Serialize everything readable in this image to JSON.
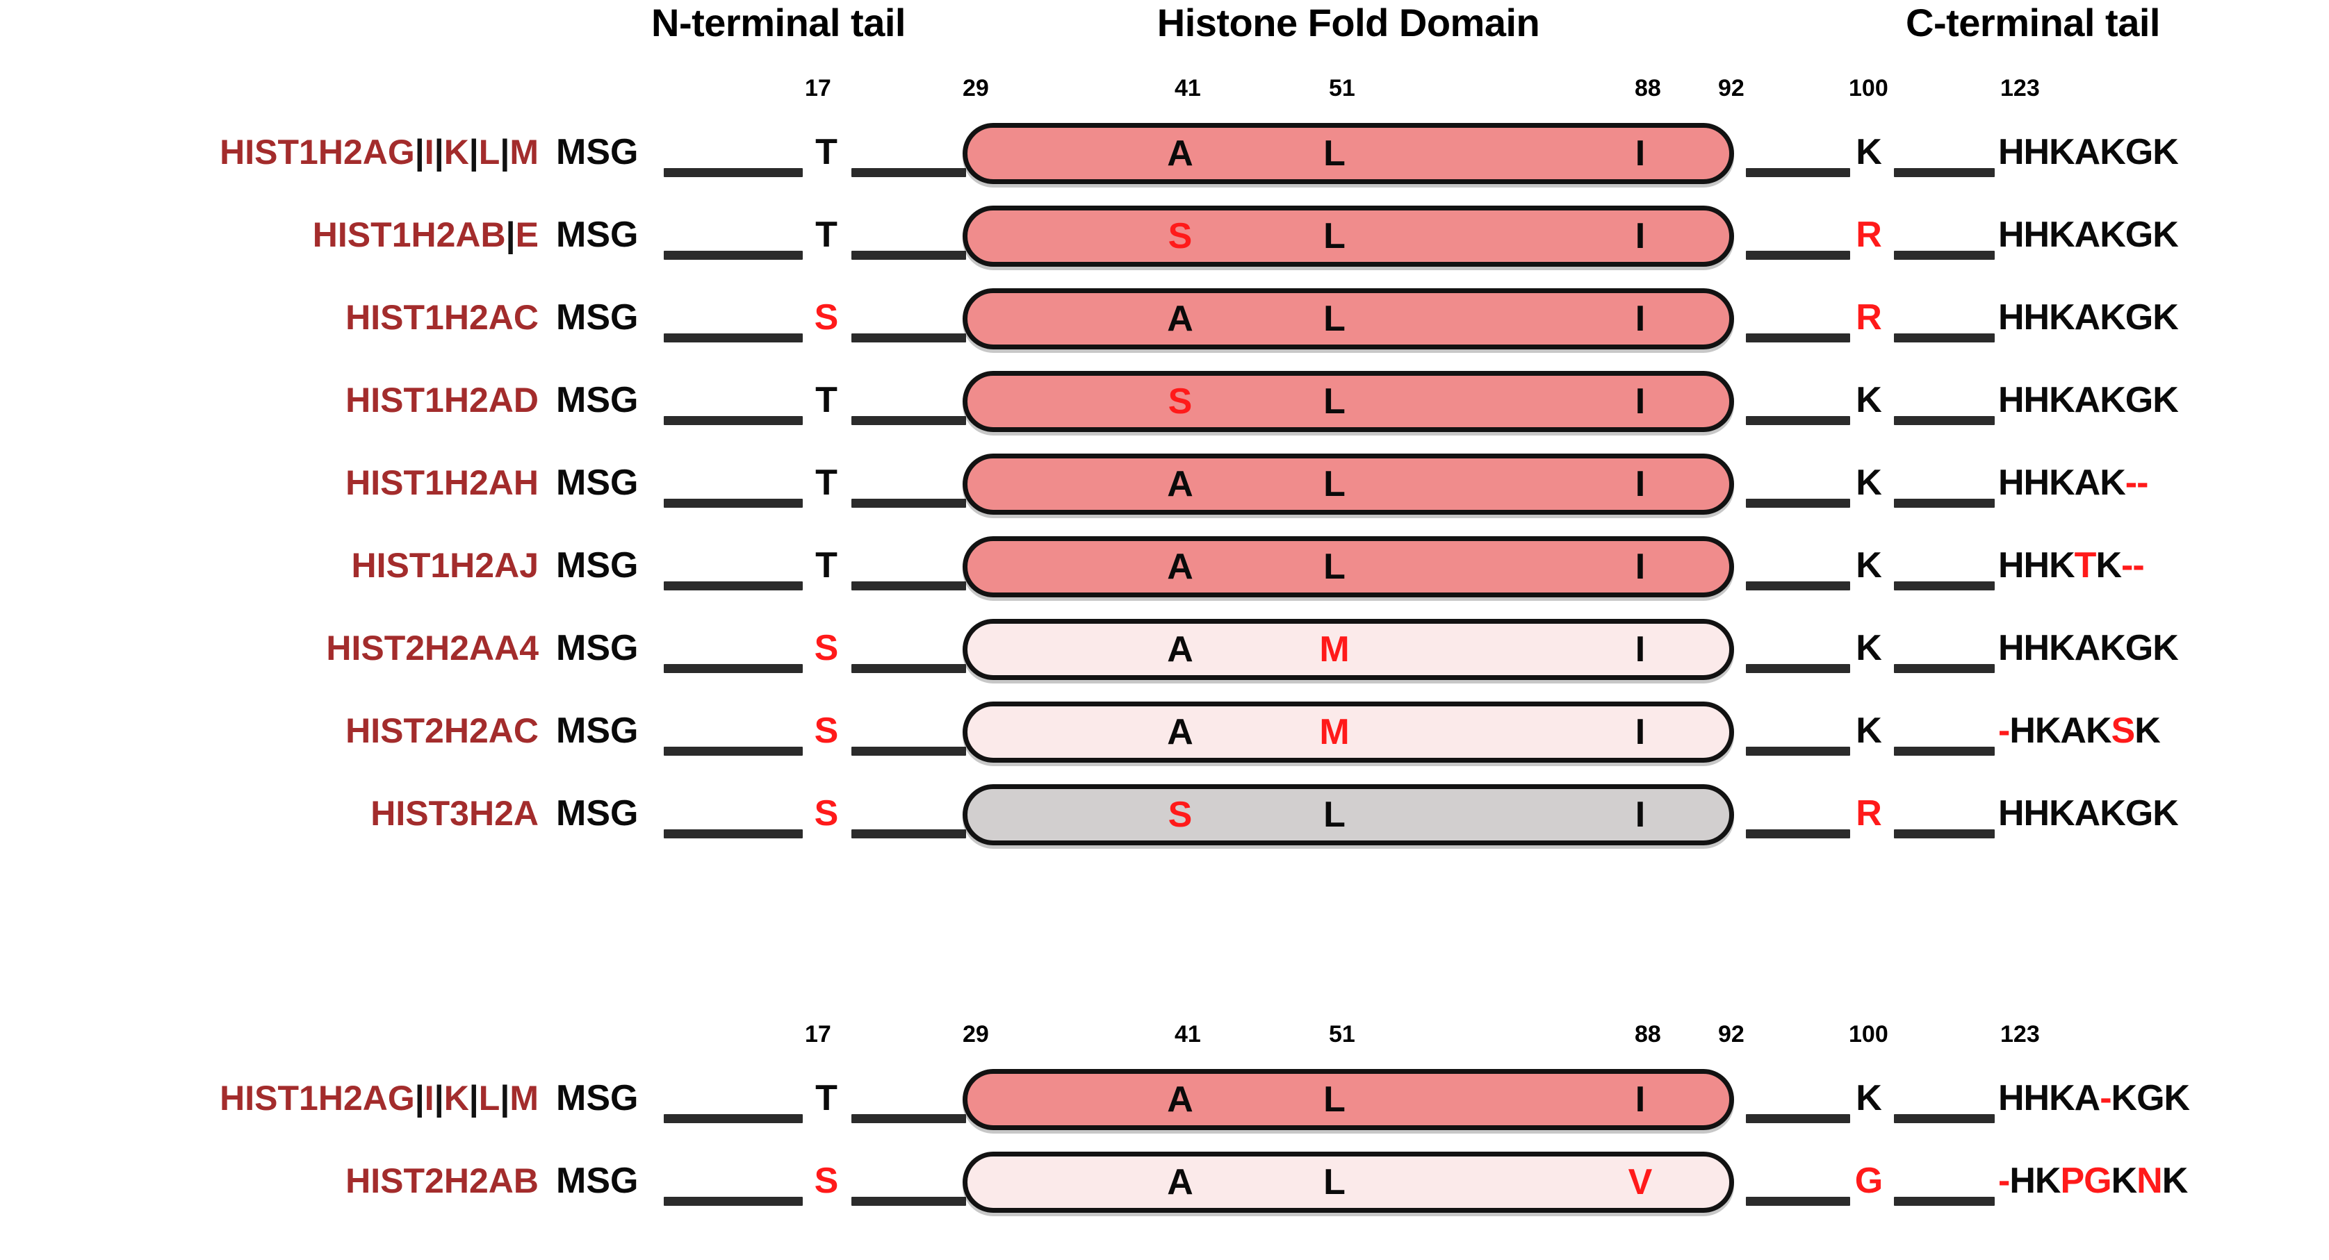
{
  "headers": {
    "n_terminal": "N-terminal tail",
    "histone_fold": "Histone Fold Domain",
    "c_terminal": "C-terminal tail"
  },
  "positions": {
    "p17": "17",
    "p29": "29",
    "p41": "41",
    "p51": "51",
    "p88": "88",
    "p92": "92",
    "p100": "100",
    "p123": "123"
  },
  "colors": {
    "gene_label": "#A32C2C",
    "variant_red": "#FF1A1A",
    "capsule_salmon": "#F08C8C",
    "capsule_pale": "#FBEAEA",
    "capsule_gray": "#D2CFCF",
    "link_line": "#2b2b2b",
    "text_black": "#0a0a0a"
  },
  "panel_top": {
    "rows": [
      {
        "gene_parts": [
          {
            "t": "HIST1H2AG",
            "c": "gene"
          },
          {
            "t": "|",
            "c": "sep"
          },
          {
            "t": "I",
            "c": "gene"
          },
          {
            "t": "|",
            "c": "sep"
          },
          {
            "t": "K",
            "c": "gene"
          },
          {
            "t": "|",
            "c": "sep"
          },
          {
            "t": "L",
            "c": "gene"
          },
          {
            "t": "|",
            "c": "sep"
          },
          {
            "t": "M",
            "c": "gene"
          }
        ],
        "nterm": "MSG",
        "res17": "T",
        "res17_variant": false,
        "capsule": "salmon",
        "res41": "A",
        "res41_variant": false,
        "res51": "L",
        "res51_variant": false,
        "res88": "I",
        "res88_variant": false,
        "res100": "K",
        "res100_variant": false,
        "ctail": [
          {
            "t": "HHKAKGK",
            "v": false
          }
        ]
      },
      {
        "gene_parts": [
          {
            "t": "HIST1H2AB",
            "c": "gene"
          },
          {
            "t": "|",
            "c": "sep"
          },
          {
            "t": "E",
            "c": "gene"
          }
        ],
        "nterm": "MSG",
        "res17": "T",
        "res17_variant": false,
        "capsule": "salmon",
        "res41": "S",
        "res41_variant": true,
        "res51": "L",
        "res51_variant": false,
        "res88": "I",
        "res88_variant": false,
        "res100": "R",
        "res100_variant": true,
        "ctail": [
          {
            "t": "HHKAKGK",
            "v": false
          }
        ]
      },
      {
        "gene_parts": [
          {
            "t": "HIST1H2AC",
            "c": "gene"
          }
        ],
        "nterm": "MSG",
        "res17": "S",
        "res17_variant": true,
        "capsule": "salmon",
        "res41": "A",
        "res41_variant": false,
        "res51": "L",
        "res51_variant": false,
        "res88": "I",
        "res88_variant": false,
        "res100": "R",
        "res100_variant": true,
        "ctail": [
          {
            "t": "HHKAKGK",
            "v": false
          }
        ]
      },
      {
        "gene_parts": [
          {
            "t": "HIST1H2AD",
            "c": "gene"
          }
        ],
        "nterm": "MSG",
        "res17": "T",
        "res17_variant": false,
        "capsule": "salmon",
        "res41": "S",
        "res41_variant": true,
        "res51": "L",
        "res51_variant": false,
        "res88": "I",
        "res88_variant": false,
        "res100": "K",
        "res100_variant": false,
        "ctail": [
          {
            "t": "HHKAKGK",
            "v": false
          }
        ]
      },
      {
        "gene_parts": [
          {
            "t": "HIST1H2AH",
            "c": "gene"
          }
        ],
        "nterm": "MSG",
        "res17": "T",
        "res17_variant": false,
        "capsule": "salmon",
        "res41": "A",
        "res41_variant": false,
        "res51": "L",
        "res51_variant": false,
        "res88": "I",
        "res88_variant": false,
        "res100": "K",
        "res100_variant": false,
        "ctail": [
          {
            "t": "HHKAK",
            "v": false
          },
          {
            "t": "--",
            "v": true
          }
        ]
      },
      {
        "gene_parts": [
          {
            "t": "HIST1H2AJ",
            "c": "gene"
          }
        ],
        "nterm": "MSG",
        "res17": "T",
        "res17_variant": false,
        "capsule": "salmon",
        "res41": "A",
        "res41_variant": false,
        "res51": "L",
        "res51_variant": false,
        "res88": "I",
        "res88_variant": false,
        "res100": "K",
        "res100_variant": false,
        "ctail": [
          {
            "t": "HHK",
            "v": false
          },
          {
            "t": "T",
            "v": true
          },
          {
            "t": "K",
            "v": false
          },
          {
            "t": "--",
            "v": true
          }
        ]
      },
      {
        "gene_parts": [
          {
            "t": "HIST2H2AA4",
            "c": "gene"
          }
        ],
        "nterm": "MSG",
        "res17": "S",
        "res17_variant": true,
        "capsule": "pale",
        "res41": "A",
        "res41_variant": false,
        "res51": "M",
        "res51_variant": true,
        "res88": "I",
        "res88_variant": false,
        "res100": "K",
        "res100_variant": false,
        "ctail": [
          {
            "t": "HHKAKGK",
            "v": false
          }
        ]
      },
      {
        "gene_parts": [
          {
            "t": "HIST2H2AC",
            "c": "gene"
          }
        ],
        "nterm": "MSG",
        "res17": "S",
        "res17_variant": true,
        "capsule": "pale",
        "res41": "A",
        "res41_variant": false,
        "res51": "M",
        "res51_variant": true,
        "res88": "I",
        "res88_variant": false,
        "res100": "K",
        "res100_variant": false,
        "ctail": [
          {
            "t": "-",
            "v": true
          },
          {
            "t": "HKAK",
            "v": false
          },
          {
            "t": "S",
            "v": true
          },
          {
            "t": "K",
            "v": false
          }
        ]
      },
      {
        "gene_parts": [
          {
            "t": "HIST3H2A",
            "c": "gene"
          }
        ],
        "nterm": "MSG",
        "res17": "S",
        "res17_variant": true,
        "capsule": "gray",
        "res41": "S",
        "res41_variant": true,
        "res51": "L",
        "res51_variant": false,
        "res88": "I",
        "res88_variant": false,
        "res100": "R",
        "res100_variant": true,
        "ctail": [
          {
            "t": "HHKAKGK",
            "v": false
          }
        ]
      }
    ]
  },
  "panel_bottom": {
    "rows": [
      {
        "gene_parts": [
          {
            "t": "HIST1H2AG",
            "c": "gene"
          },
          {
            "t": "|",
            "c": "sep"
          },
          {
            "t": "I",
            "c": "gene"
          },
          {
            "t": "|",
            "c": "sep"
          },
          {
            "t": "K",
            "c": "gene"
          },
          {
            "t": "|",
            "c": "sep"
          },
          {
            "t": "L",
            "c": "gene"
          },
          {
            "t": "|",
            "c": "sep"
          },
          {
            "t": "M",
            "c": "gene"
          }
        ],
        "nterm": "MSG",
        "res17": "T",
        "res17_variant": false,
        "capsule": "salmon",
        "res41": "A",
        "res41_variant": false,
        "res51": "L",
        "res51_variant": false,
        "res88": "I",
        "res88_variant": false,
        "res100": "K",
        "res100_variant": false,
        "ctail": [
          {
            "t": "HHKA",
            "v": false
          },
          {
            "t": "-",
            "v": true
          },
          {
            "t": "KGK",
            "v": false
          }
        ]
      },
      {
        "gene_parts": [
          {
            "t": "HIST2H2AB",
            "c": "gene"
          }
        ],
        "nterm": "MSG",
        "res17": "S",
        "res17_variant": true,
        "capsule": "pale",
        "res41": "A",
        "res41_variant": false,
        "res51": "L",
        "res51_variant": false,
        "res88": "V",
        "res88_variant": true,
        "res100": "G",
        "res100_variant": true,
        "ctail": [
          {
            "t": "-",
            "v": true
          },
          {
            "t": "HK",
            "v": false
          },
          {
            "t": "PG",
            "v": true
          },
          {
            "t": "K",
            "v": false
          },
          {
            "t": "N",
            "v": true
          },
          {
            "t": "K",
            "v": false
          }
        ]
      }
    ]
  }
}
